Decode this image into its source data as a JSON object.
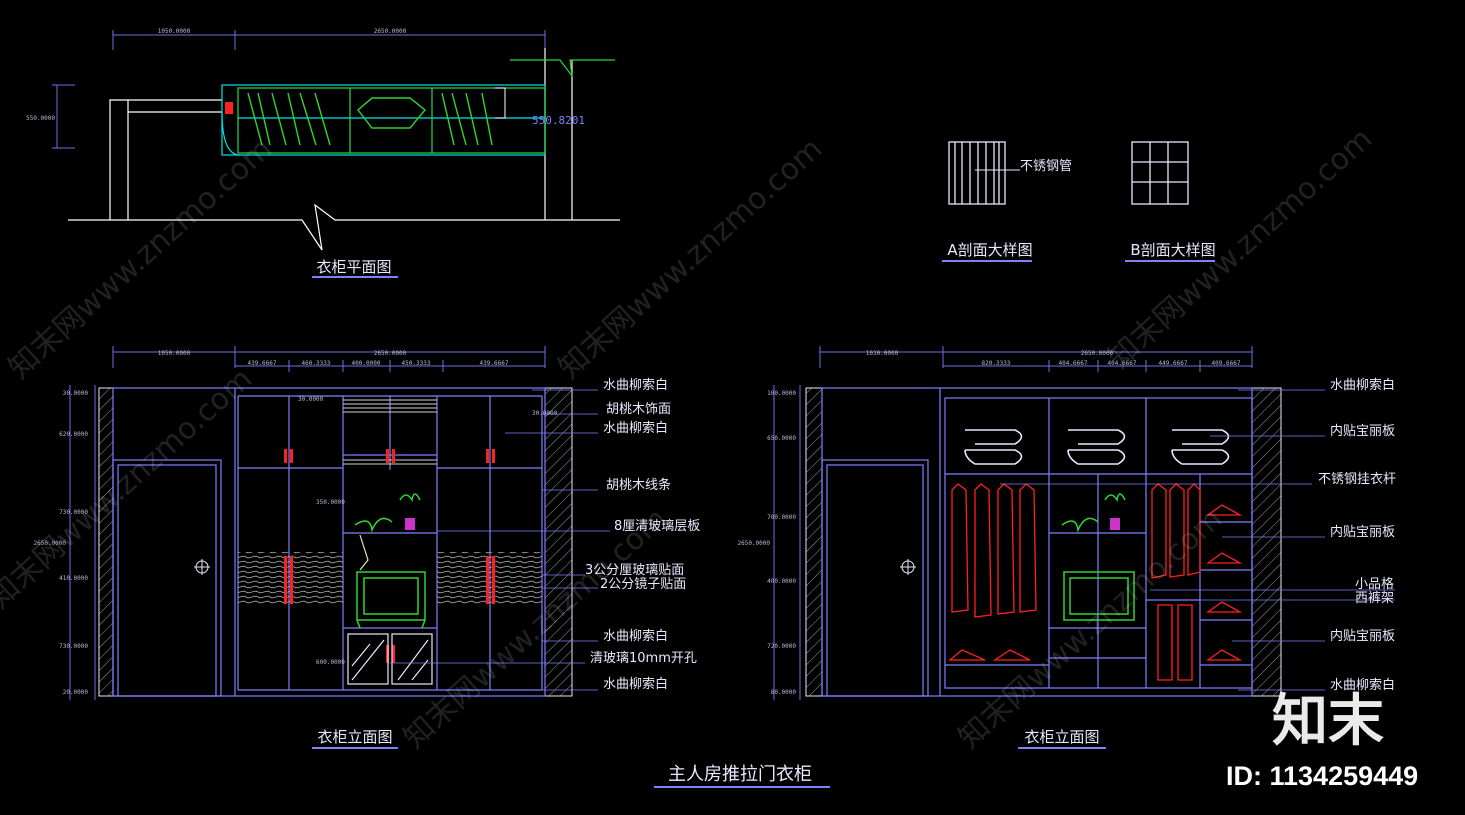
{
  "labels": {
    "plan_title": "衣柜平面图",
    "elev_left_title": "衣柜立面图",
    "elev_right_title": "衣柜立面图",
    "main_title": "主人房推拉门衣柜",
    "section_a": "A剖面大样图",
    "section_b": "B剖面大样图",
    "steel_tube": "不锈钢管"
  },
  "plan_dims": {
    "top_left": "1050.0000",
    "top_right": "2650.0000",
    "side": "550.0000",
    "inner": "550.8201"
  },
  "left_elev": {
    "top_dims": [
      "1050.0000",
      "2650.0000"
    ],
    "sub_dims": [
      "439.6667",
      "460.3333",
      "400.0000",
      "450.3333",
      "439.6667"
    ],
    "side_dims": [
      "30.0000",
      "620.0000",
      "730.0000",
      "2650.0000",
      "410.0000",
      "730.0000",
      "20.0000"
    ],
    "inner_dims": [
      "30.0000",
      "350.0000",
      "600.0000",
      "30.0000"
    ],
    "annotations": [
      "水曲柳索白",
      "胡桃木饰面",
      "水曲柳索白",
      "胡桃木线条",
      "8厘清玻璃层板",
      "3公分厘玻璃贴面",
      "2公分镜子贴面",
      "水曲柳索白",
      "清玻璃10mm开孔",
      "水曲柳索白"
    ]
  },
  "right_elev": {
    "top_dims": [
      "1030.0000",
      "2650.0000"
    ],
    "sub_dims": [
      "820.3333",
      "404.6667",
      "404.6667",
      "449.6667",
      "409.6667"
    ],
    "side_dims": [
      "100.0000",
      "650.0000",
      "700.0000",
      "2650.0000",
      "400.0000",
      "720.0000",
      "80.0000"
    ],
    "annotations": [
      "水曲柳索白",
      "内贴宝丽板",
      "不锈钢挂衣杆",
      "内贴宝丽板",
      "小品格",
      "西裤架",
      "内贴宝丽板",
      "水曲柳索白"
    ]
  },
  "watermark": {
    "text": "知末网www.znzmo.com",
    "brand": "知末",
    "id_text": "ID: 1134259449"
  },
  "colors": {
    "wall": "#7f7fff",
    "cyan": "#00e5e5",
    "green": "#2fd62f",
    "red": "#ff2020",
    "white": "#e8e8ff"
  }
}
